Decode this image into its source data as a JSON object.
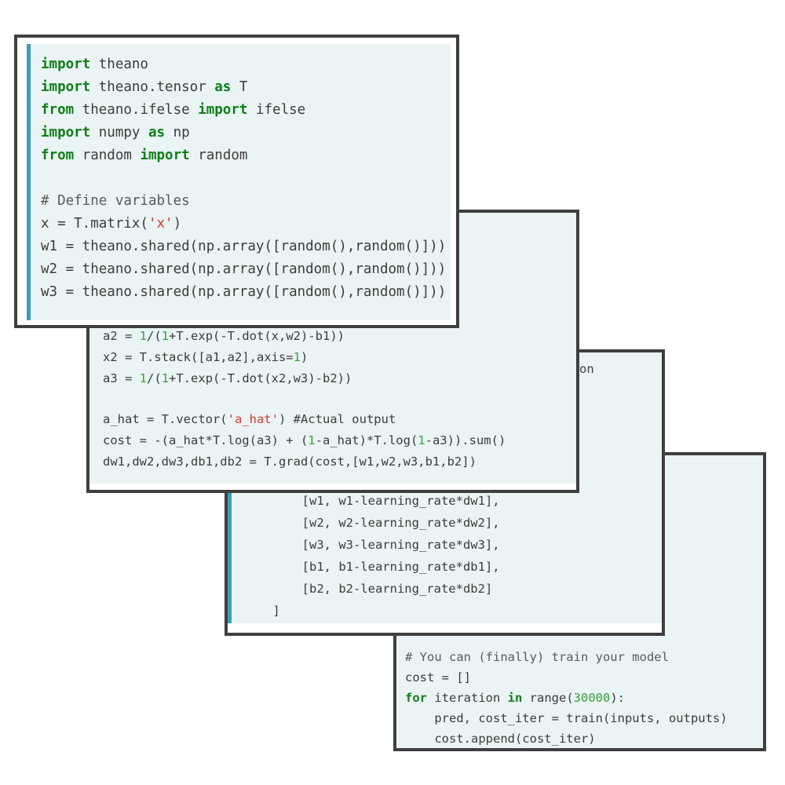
{
  "card1": {
    "lines": [
      {
        "kw1": "import",
        "t1": " theano"
      },
      {
        "kw1": "import",
        "t1": " theano.tensor ",
        "kw2": "as",
        "t2": " T"
      },
      {
        "kw1": "from",
        "t1": " theano.ifelse ",
        "kw2": "import",
        "t2": " ifelse"
      },
      {
        "kw1": "import",
        "t1": " numpy ",
        "kw2": "as",
        "t2": " np"
      },
      {
        "kw1": "from",
        "t1": " random ",
        "kw2": "import",
        "t2": " random"
      },
      {
        "comment": "# Define variables"
      },
      {
        "t1": "x = T.matrix(",
        "str": "'x'",
        "t2": ")"
      },
      {
        "t1": "w1 = theano.shared(np.array([random(),random()]))"
      },
      {
        "t1": "w2 = theano.shared(np.array([random(),random()]))"
      },
      {
        "t1": "w3 = theano.shared(np.array([random(),random()]))"
      }
    ]
  },
  "card2": {
    "lines": [
      {
        "t1": "a2 = ",
        "n1": "1",
        "t2": "/(",
        "n2": "1",
        "t3": "+T.exp(-T.dot(x,w2)-b1))"
      },
      {
        "t1": "x2 = T.stack([a1,a2],axis=",
        "n1": "1",
        "t2": ")"
      },
      {
        "t1": "a3 = ",
        "n1": "1",
        "t2": "/(",
        "n2": "1",
        "t3": "+T.exp(-T.dot(x2,w3)-b2))"
      },
      {
        "t1": "a_hat = T.vector(",
        "str": "'a_hat'",
        "t2": ") #Actual output"
      },
      {
        "t1": "cost = -(a_hat*T.log(a3) + (",
        "n1": "1",
        "t2": "-a_hat)*T.log(",
        "n2": "1",
        "t3": "-a3)).sum()"
      },
      {
        "t1": "dw1,dw2,dw3,db1,db2 = T.grad(cost,[w1,w2,w3,b1,b2])"
      }
    ]
  },
  "card3": {
    "partial": "on",
    "lines": [
      "        [w1, w1-learning_rate*dw1],",
      "        [w2, w2-learning_rate*dw2],",
      "        [w3, w3-learning_rate*dw3],",
      "        [b1, b1-learning_rate*db1],",
      "        [b2, b2-learning_rate*db2]",
      "    ]",
      ")"
    ]
  },
  "card4": {
    "comment": "# You can (finally) train your model",
    "line2": "cost = []",
    "line3": {
      "kw1": "for",
      "t1": " iteration ",
      "kw2": "in",
      "t2": " range(",
      "num": "30000",
      "t3": "):"
    },
    "line4": "    pred, cost_iter = train(inputs, outputs)",
    "line5": "    cost.append(cost_iter)"
  },
  "colors": {
    "keyword": "#0f7e16",
    "string": "#d83a2b",
    "number": "#3aa13a",
    "code_bg": "#eaf4f5",
    "accent_bar": "#3a9fbd",
    "frame": "#3f3f3f"
  }
}
